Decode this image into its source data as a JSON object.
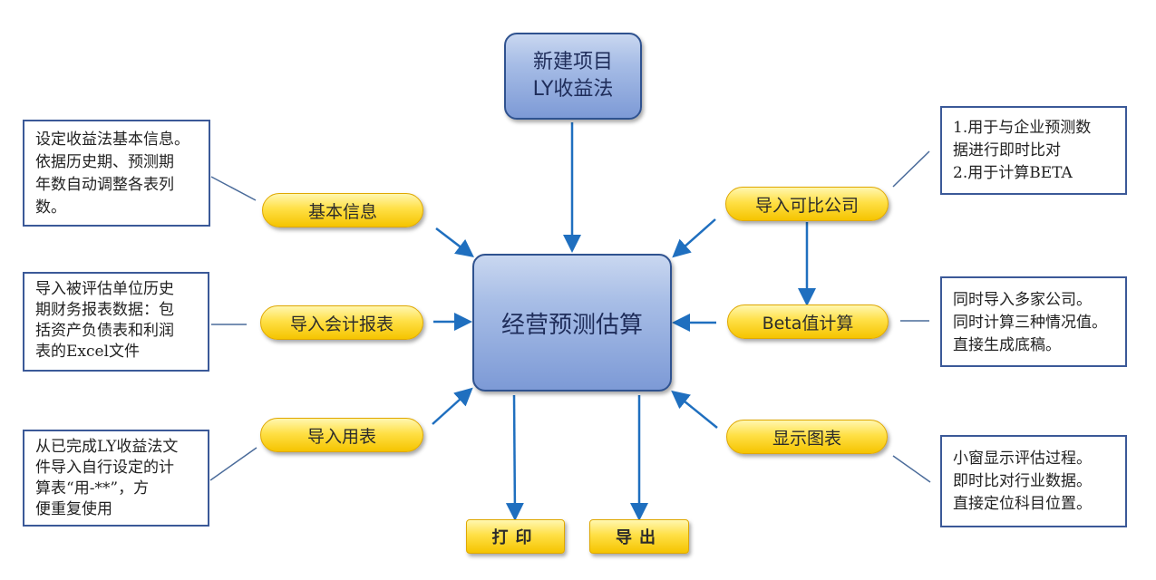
{
  "diagram": {
    "top_node": {
      "line1": "新建项目",
      "line2": "LY收益法"
    },
    "center_node": {
      "label": "经营预测估算"
    },
    "pills": {
      "basic_info": "基本信息",
      "import_accounts": "导入会计报表",
      "import_tables": "导入用表",
      "import_comparable": "导入可比公司",
      "beta_calc": "Beta值计算",
      "show_chart": "显示图表"
    },
    "buttons": {
      "print": "打印",
      "export": "导出"
    },
    "notes": {
      "basic_info": [
        "设定收益法基本信息。",
        "依据历史期、预测期",
        "年数自动调整各表列",
        "数。"
      ],
      "import_accounts": [
        "导入被评估单位历史",
        "期财务报表数据：包",
        "括资产负债表和利润",
        "表的Excel文件"
      ],
      "import_tables": [
        "从已完成LY收益法文",
        "件导入自行设定的计",
        "算表“用-**”，方",
        "便重复使用"
      ],
      "comparable": [
        "1.用于与企业预测数",
        "据进行即时比对",
        "2.用于计算BETA"
      ],
      "beta": [
        "同时导入多家公司。",
        "同时计算三种情况值。",
        "直接生成底稿。"
      ],
      "chart": [
        "小窗显示评估过程。",
        "即时比对行业数据。",
        "直接定位科目位置。"
      ]
    }
  },
  "colors": {
    "arrow": "#1f6fbf",
    "connector": "#4a6b9a",
    "box_border": "#2f528f",
    "pill_fill": "#ffd91a"
  }
}
